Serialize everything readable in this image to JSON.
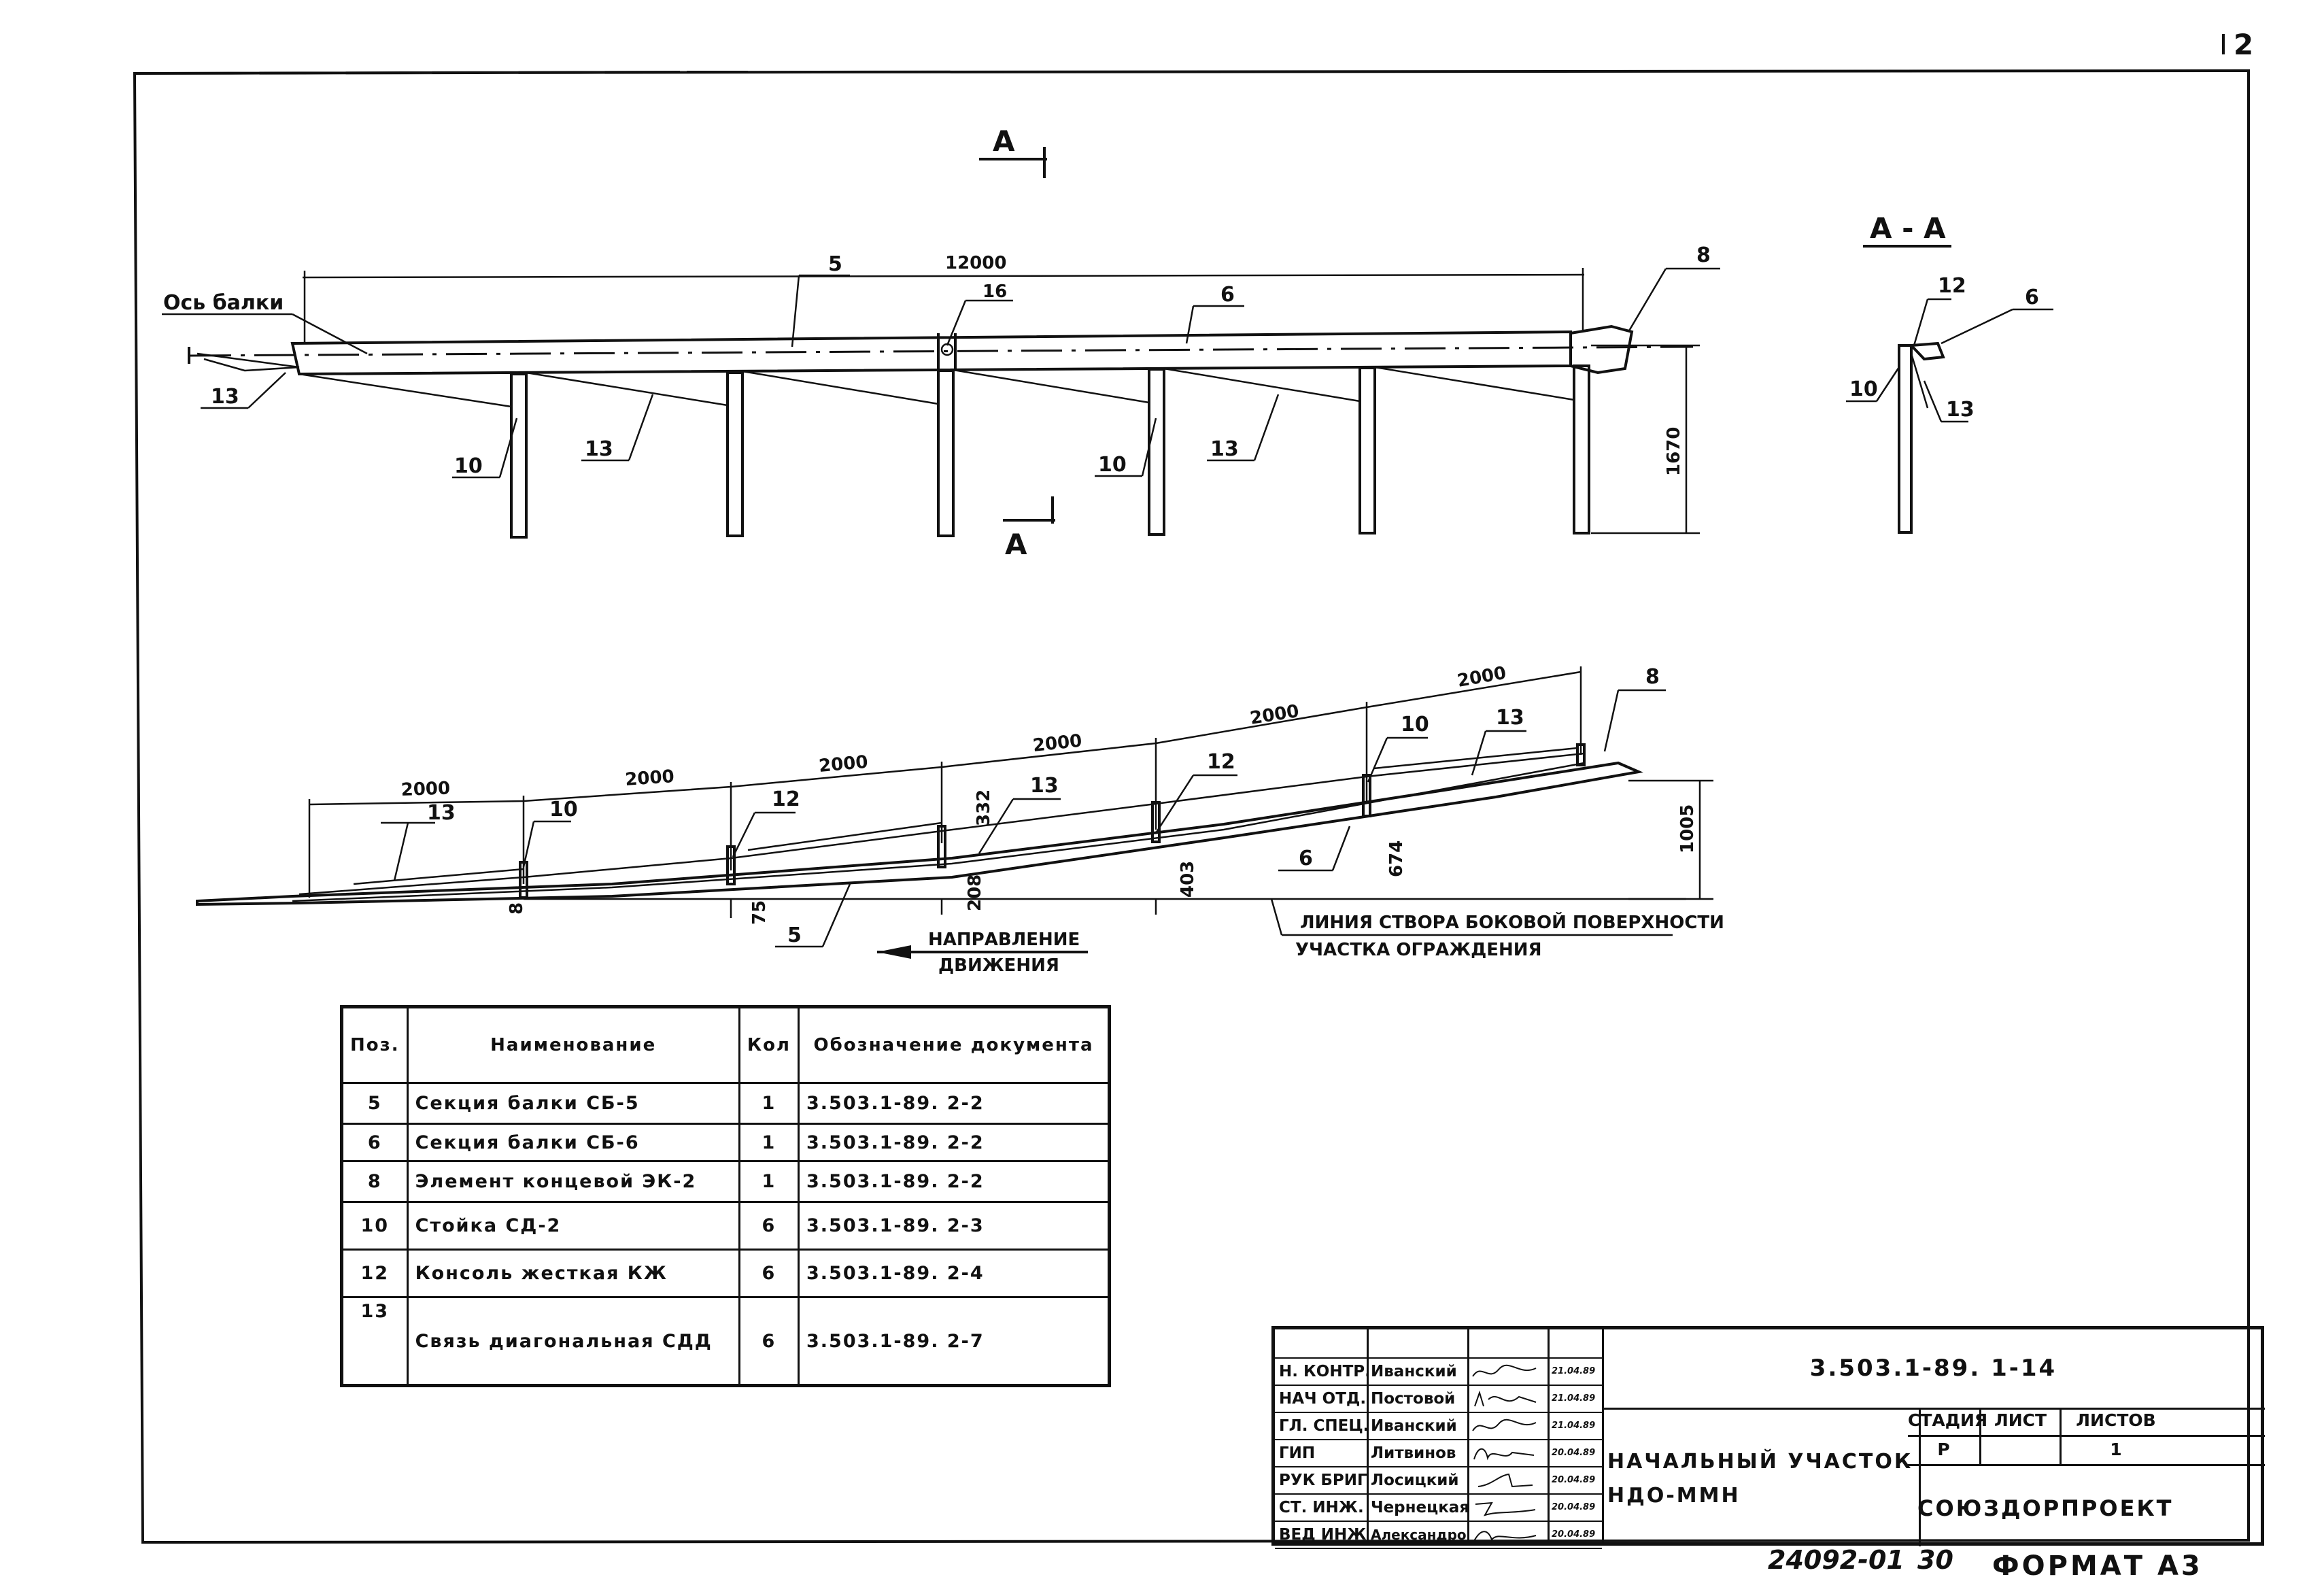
{
  "sheet": {
    "sheet_number_partial": "2",
    "inventory_number": "24092-01",
    "copy_number": "30",
    "format_label": "ФОРМАТ А3"
  },
  "plan_view": {
    "axis_label": "Ось балки",
    "section_marker": "А",
    "overall_dim": "12000",
    "height_dim": "1670",
    "callouts": [
      "5",
      "6",
      "8",
      "16",
      "13",
      "10",
      "13",
      "10",
      "13"
    ]
  },
  "section_view": {
    "title": "А - А",
    "callouts": [
      "12",
      "6",
      "10",
      "13"
    ]
  },
  "side_view": {
    "span_dims": [
      "2000",
      "2000",
      "2000",
      "2000",
      "2000",
      "2000"
    ],
    "height_dim": "1005",
    "offset_dims": [
      "8",
      "75",
      "208",
      "332",
      "403",
      "674"
    ],
    "callouts": [
      "13",
      "10",
      "12",
      "13",
      "12",
      "10",
      "13",
      "8",
      "6",
      "5"
    ],
    "direction_label_1": "НАПРАВЛЕНИЕ",
    "direction_label_2": "ДВИЖЕНИЯ",
    "line_label_1": "ЛИНИЯ СТВОРА БОКОВОЙ ПОВЕРХНОСТИ",
    "line_label_2": "УЧАСТКА ОГРАЖДЕНИЯ"
  },
  "spec_table": {
    "headers": [
      "Поз.",
      "Наименование",
      "Кол",
      "Обозначение документа"
    ],
    "rows": [
      {
        "pos": "5",
        "name": "Секция балки  СБ-5",
        "qty": "1",
        "doc": "3.503.1-89. 2-2"
      },
      {
        "pos": "6",
        "name": "Секция балки  СБ-6",
        "qty": "1",
        "doc": "3.503.1-89. 2-2"
      },
      {
        "pos": "8",
        "name": "Элемент концевой ЭК-2",
        "qty": "1",
        "doc": "3.503.1-89. 2-2"
      },
      {
        "pos": "10",
        "name": "Стойка  СД-2",
        "qty": "6",
        "doc": "3.503.1-89. 2-3"
      },
      {
        "pos": "12",
        "name": "Консоль жесткая КЖ",
        "qty": "6",
        "doc": "3.503.1-89. 2-4"
      },
      {
        "pos": "13",
        "name": "Связь диагональная СДД",
        "qty": "6",
        "doc": "3.503.1-89. 2-7"
      }
    ]
  },
  "title_block": {
    "roles": [
      "Н. КОНТР.",
      "НАЧ ОТД.",
      "ГЛ. СПЕЦ.",
      "ГИП",
      "РУК БРИГ",
      "СТ. ИНЖ.",
      "ВЕД ИНЖ"
    ],
    "names": [
      "Иванский",
      "Постовой",
      "Иванский",
      "Литвинов",
      "Лосицкий",
      "Чернецкая",
      "Александров"
    ],
    "dates": [
      "21.04.89",
      "21.04.89",
      "21.04.89",
      "20.04.89",
      "20.04.89",
      "20.04.89",
      "20.04.89"
    ],
    "doc_number": "3.503.1-89. 1-14",
    "title": "НАЧАЛЬНЫЙ УЧАСТОК НДО-ММН",
    "stage_header": "СТАДИЯ",
    "sheet_header": "ЛИСТ",
    "sheets_header": "ЛИСТОВ",
    "stage_value": "Р",
    "sheet_value": "",
    "sheets_value": "1",
    "organization": "СОЮЗДОРПРОЕКТ"
  }
}
